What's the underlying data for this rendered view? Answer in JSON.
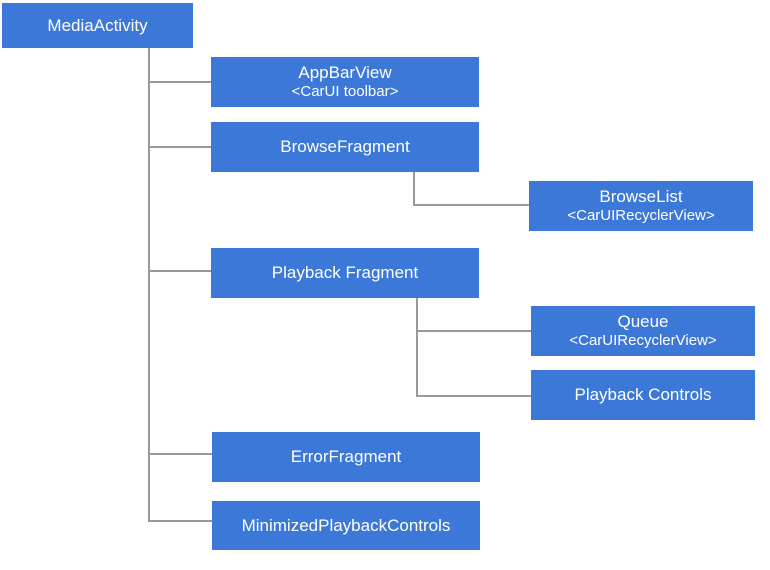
{
  "diagram": {
    "title_context": "Media app view hierarchy",
    "colors": {
      "node_fill": "#3c78d8",
      "node_text": "#ffffff",
      "connector": "#999999",
      "background": "#ffffff"
    },
    "nodes": {
      "media_activity": {
        "label": "MediaActivity"
      },
      "app_bar_view": {
        "label": "AppBarView",
        "sublabel": "<CarUI toolbar>"
      },
      "browse_fragment": {
        "label": "BrowseFragment"
      },
      "browse_list": {
        "label": "BrowseList",
        "sublabel": "<CarUIRecyclerView>"
      },
      "playback_fragment": {
        "label": "Playback Fragment"
      },
      "queue": {
        "label": "Queue",
        "sublabel": "<CarUIRecyclerView>"
      },
      "playback_controls": {
        "label": "Playback Controls"
      },
      "error_fragment": {
        "label": "ErrorFragment"
      },
      "minimized_playback_controls": {
        "label": "MinimizedPlaybackControls"
      }
    },
    "edges": [
      "MediaActivity -> AppBarView",
      "MediaActivity -> BrowseFragment",
      "MediaActivity -> Playback Fragment",
      "MediaActivity -> ErrorFragment",
      "MediaActivity -> MinimizedPlaybackControls",
      "BrowseFragment -> BrowseList",
      "Playback Fragment -> Queue",
      "Playback Fragment -> Playback Controls"
    ]
  }
}
